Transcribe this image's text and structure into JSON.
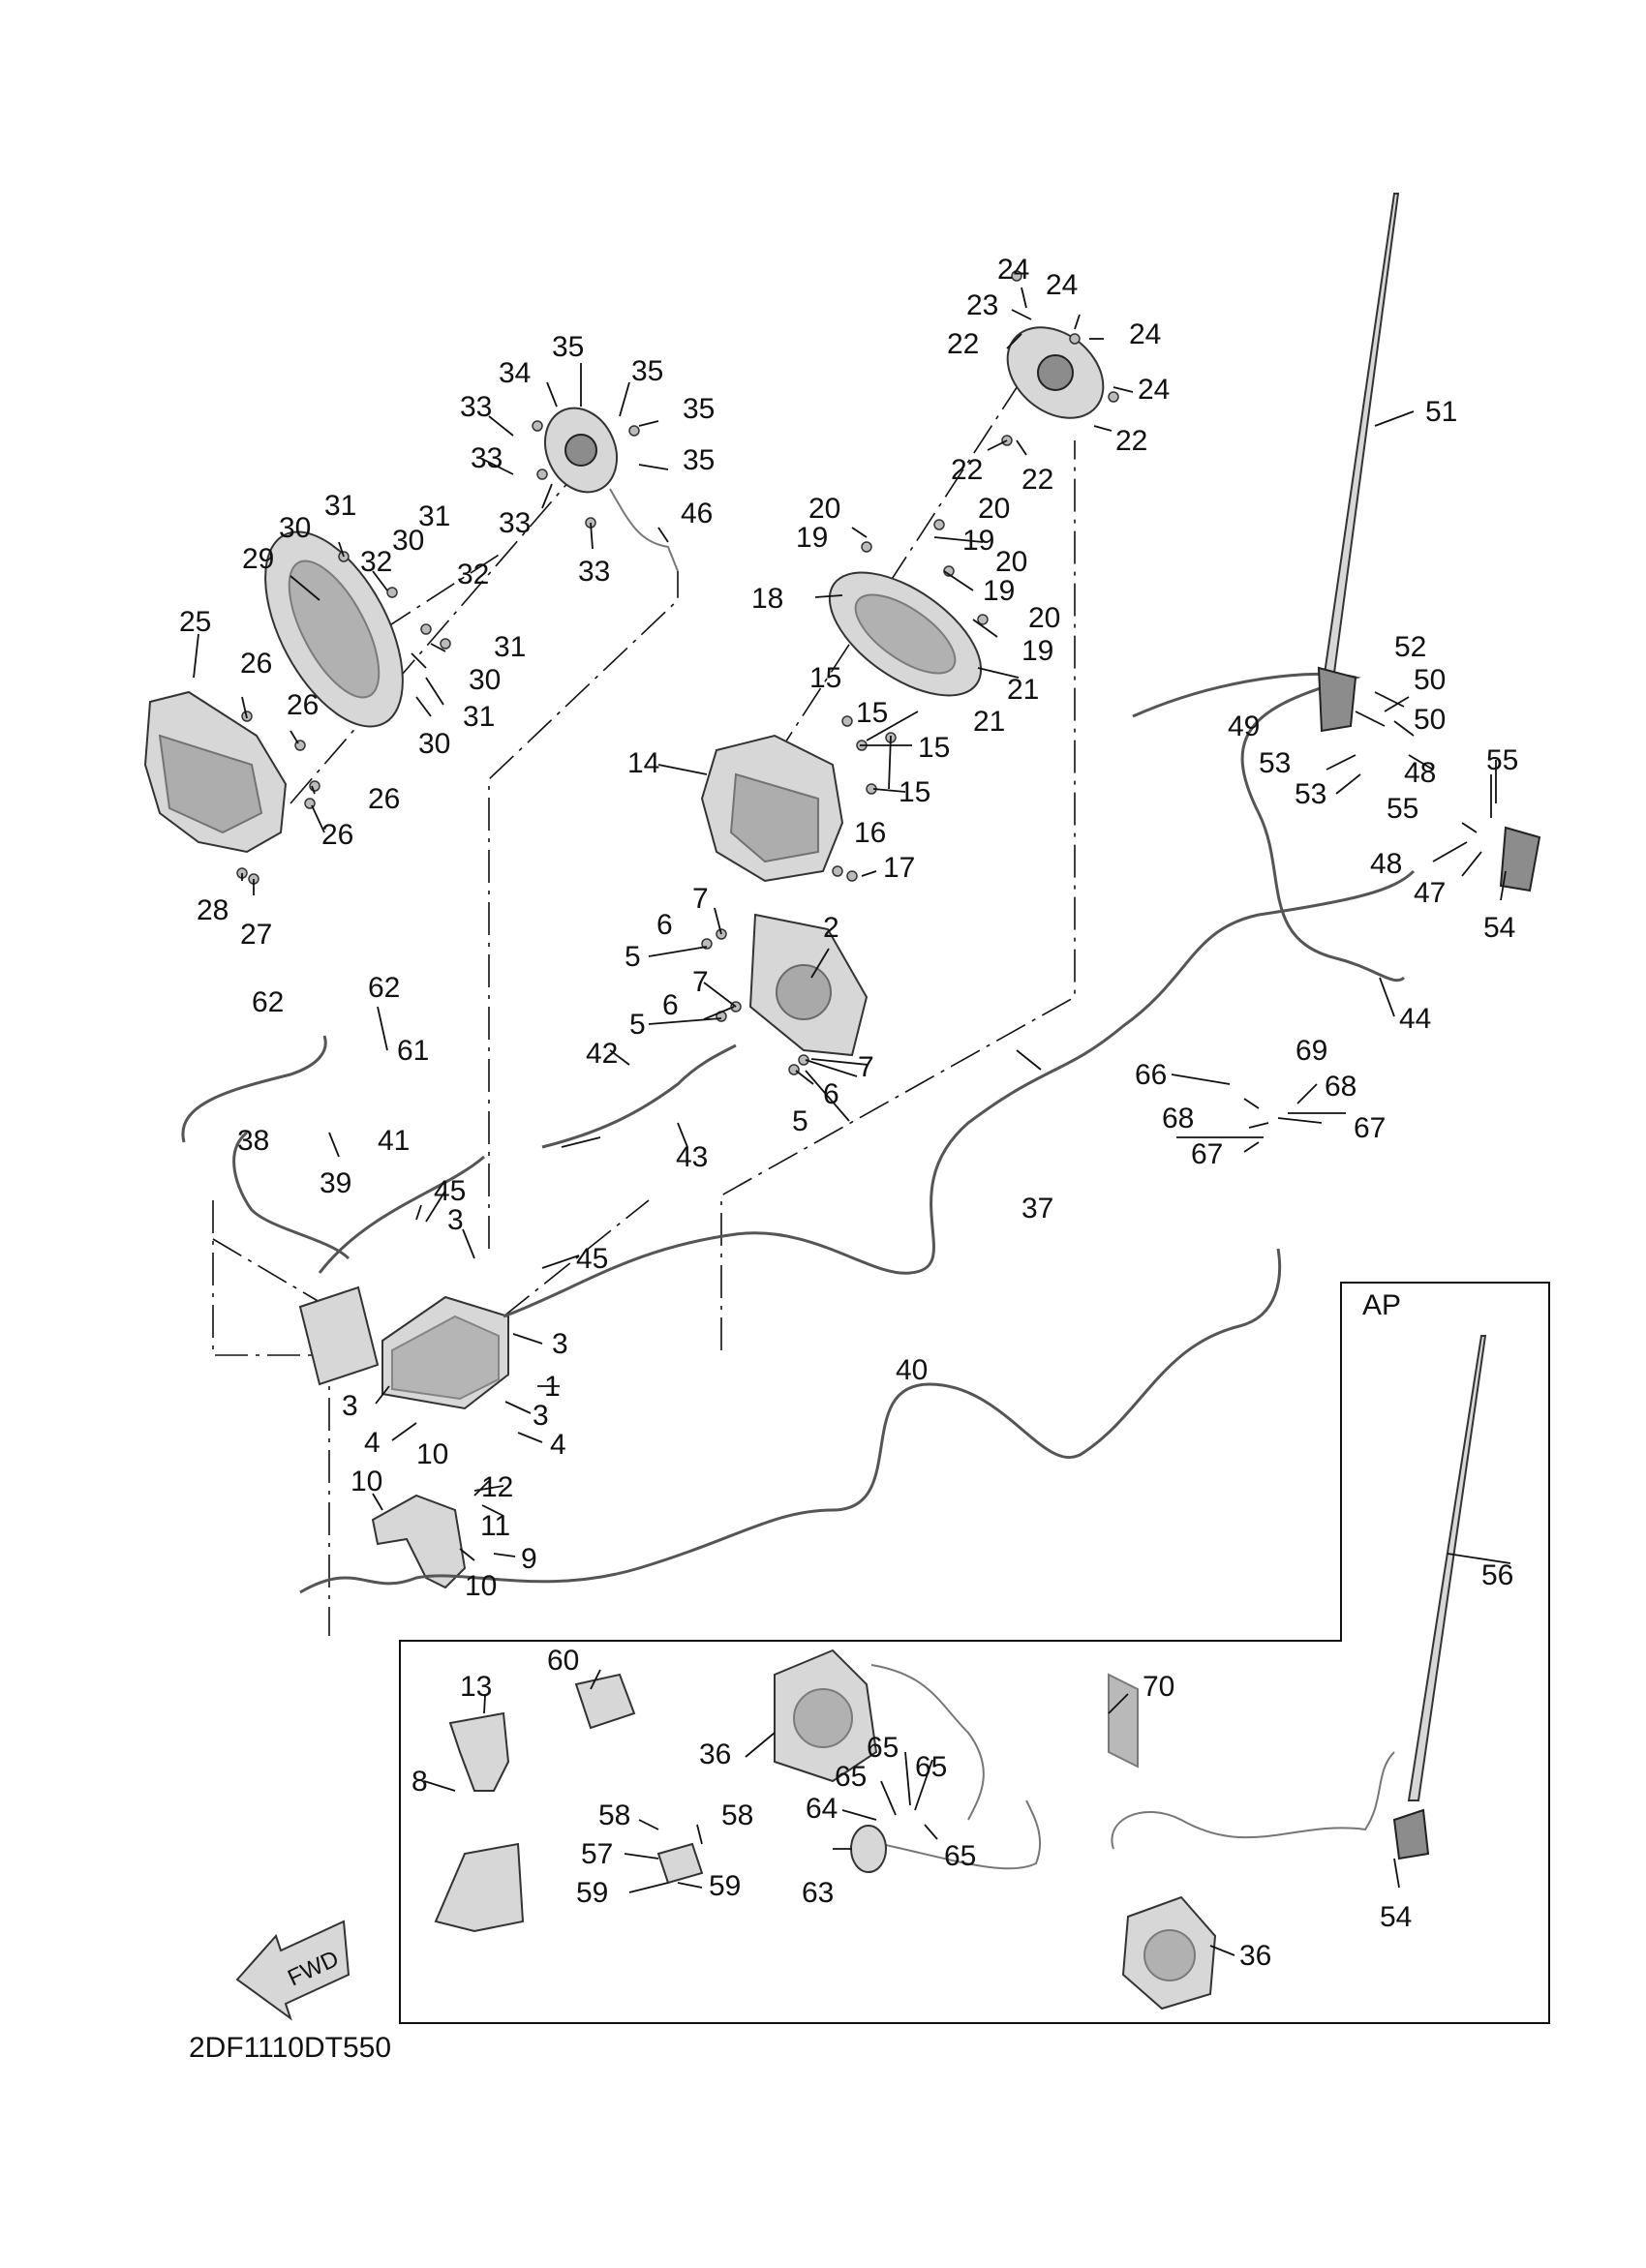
{
  "diagram": {
    "drawing_code": "2DF1110DT550",
    "ap_box_label": "AP",
    "fwd_label": "FWD",
    "callouts": [
      {
        "id": "c1",
        "text": "1"
      },
      {
        "id": "c2",
        "text": "2"
      },
      {
        "id": "c3a",
        "text": "3"
      },
      {
        "id": "c3b",
        "text": "3"
      },
      {
        "id": "c3c",
        "text": "3"
      },
      {
        "id": "c3d",
        "text": "3"
      },
      {
        "id": "c4a",
        "text": "4"
      },
      {
        "id": "c4b",
        "text": "4"
      },
      {
        "id": "c5a",
        "text": "5"
      },
      {
        "id": "c5b",
        "text": "5"
      },
      {
        "id": "c5c",
        "text": "5"
      },
      {
        "id": "c6a",
        "text": "6"
      },
      {
        "id": "c6b",
        "text": "6"
      },
      {
        "id": "c6c",
        "text": "6"
      },
      {
        "id": "c7a",
        "text": "7"
      },
      {
        "id": "c7b",
        "text": "7"
      },
      {
        "id": "c7c",
        "text": "7"
      },
      {
        "id": "c8",
        "text": "8"
      },
      {
        "id": "c9",
        "text": "9"
      },
      {
        "id": "c10a",
        "text": "10"
      },
      {
        "id": "c10b",
        "text": "10"
      },
      {
        "id": "c10c",
        "text": "10"
      },
      {
        "id": "c11",
        "text": "11"
      },
      {
        "id": "c12",
        "text": "12"
      },
      {
        "id": "c13",
        "text": "13"
      },
      {
        "id": "c14",
        "text": "14"
      },
      {
        "id": "c15a",
        "text": "15"
      },
      {
        "id": "c15b",
        "text": "15"
      },
      {
        "id": "c15c",
        "text": "15"
      },
      {
        "id": "c15d",
        "text": "15"
      },
      {
        "id": "c16",
        "text": "16"
      },
      {
        "id": "c17",
        "text": "17"
      },
      {
        "id": "c18",
        "text": "18"
      },
      {
        "id": "c19a",
        "text": "19"
      },
      {
        "id": "c19b",
        "text": "19"
      },
      {
        "id": "c19c",
        "text": "19"
      },
      {
        "id": "c19d",
        "text": "19"
      },
      {
        "id": "c20a",
        "text": "20"
      },
      {
        "id": "c20b",
        "text": "20"
      },
      {
        "id": "c20c",
        "text": "20"
      },
      {
        "id": "c20d",
        "text": "20"
      },
      {
        "id": "c21a",
        "text": "21"
      },
      {
        "id": "c21b",
        "text": "21"
      },
      {
        "id": "c22a",
        "text": "22"
      },
      {
        "id": "c22b",
        "text": "22"
      },
      {
        "id": "c22c",
        "text": "22"
      },
      {
        "id": "c22d",
        "text": "22"
      },
      {
        "id": "c23",
        "text": "23"
      },
      {
        "id": "c24a",
        "text": "24"
      },
      {
        "id": "c24b",
        "text": "24"
      },
      {
        "id": "c24c",
        "text": "24"
      },
      {
        "id": "c24d",
        "text": "24"
      },
      {
        "id": "c25",
        "text": "25"
      },
      {
        "id": "c26a",
        "text": "26"
      },
      {
        "id": "c26b",
        "text": "26"
      },
      {
        "id": "c26c",
        "text": "26"
      },
      {
        "id": "c26d",
        "text": "26"
      },
      {
        "id": "c27",
        "text": "27"
      },
      {
        "id": "c28",
        "text": "28"
      },
      {
        "id": "c29",
        "text": "29"
      },
      {
        "id": "c30a",
        "text": "30"
      },
      {
        "id": "c30b",
        "text": "30"
      },
      {
        "id": "c30c",
        "text": "30"
      },
      {
        "id": "c30d",
        "text": "30"
      },
      {
        "id": "c31a",
        "text": "31"
      },
      {
        "id": "c31b",
        "text": "31"
      },
      {
        "id": "c31c",
        "text": "31"
      },
      {
        "id": "c31d",
        "text": "31"
      },
      {
        "id": "c32a",
        "text": "32"
      },
      {
        "id": "c32b",
        "text": "32"
      },
      {
        "id": "c33a",
        "text": "33"
      },
      {
        "id": "c33b",
        "text": "33"
      },
      {
        "id": "c33c",
        "text": "33"
      },
      {
        "id": "c33d",
        "text": "33"
      },
      {
        "id": "c34",
        "text": "34"
      },
      {
        "id": "c35a",
        "text": "35"
      },
      {
        "id": "c35b",
        "text": "35"
      },
      {
        "id": "c35c",
        "text": "35"
      },
      {
        "id": "c35d",
        "text": "35"
      },
      {
        "id": "c36a",
        "text": "36"
      },
      {
        "id": "c36b",
        "text": "36"
      },
      {
        "id": "c37",
        "text": "37"
      },
      {
        "id": "c38",
        "text": "38"
      },
      {
        "id": "c39",
        "text": "39"
      },
      {
        "id": "c40",
        "text": "40"
      },
      {
        "id": "c41",
        "text": "41"
      },
      {
        "id": "c42",
        "text": "42"
      },
      {
        "id": "c43",
        "text": "43"
      },
      {
        "id": "c44",
        "text": "44"
      },
      {
        "id": "c45a",
        "text": "45"
      },
      {
        "id": "c45b",
        "text": "45"
      },
      {
        "id": "c46",
        "text": "46"
      },
      {
        "id": "c47",
        "text": "47"
      },
      {
        "id": "c48a",
        "text": "48"
      },
      {
        "id": "c48b",
        "text": "48"
      },
      {
        "id": "c49",
        "text": "49"
      },
      {
        "id": "c50a",
        "text": "50"
      },
      {
        "id": "c50b",
        "text": "50"
      },
      {
        "id": "c51",
        "text": "51"
      },
      {
        "id": "c52",
        "text": "52"
      },
      {
        "id": "c53a",
        "text": "53"
      },
      {
        "id": "c53b",
        "text": "53"
      },
      {
        "id": "c54a",
        "text": "54"
      },
      {
        "id": "c54b",
        "text": "54"
      },
      {
        "id": "c55a",
        "text": "55"
      },
      {
        "id": "c55b",
        "text": "55"
      },
      {
        "id": "c56",
        "text": "56"
      },
      {
        "id": "c57",
        "text": "57"
      },
      {
        "id": "c58a",
        "text": "58"
      },
      {
        "id": "c58b",
        "text": "58"
      },
      {
        "id": "c59a",
        "text": "59"
      },
      {
        "id": "c59b",
        "text": "59"
      },
      {
        "id": "c60",
        "text": "60"
      },
      {
        "id": "c61",
        "text": "61"
      },
      {
        "id": "c62a",
        "text": "62"
      },
      {
        "id": "c62b",
        "text": "62"
      },
      {
        "id": "c63",
        "text": "63"
      },
      {
        "id": "c64",
        "text": "64"
      },
      {
        "id": "c65a",
        "text": "65"
      },
      {
        "id": "c65b",
        "text": "65"
      },
      {
        "id": "c65c",
        "text": "65"
      },
      {
        "id": "c65d",
        "text": "65"
      },
      {
        "id": "c66",
        "text": "66"
      },
      {
        "id": "c67a",
        "text": "67"
      },
      {
        "id": "c67b",
        "text": "67"
      },
      {
        "id": "c68a",
        "text": "68"
      },
      {
        "id": "c68b",
        "text": "68"
      },
      {
        "id": "c69",
        "text": "69"
      },
      {
        "id": "c70",
        "text": "70"
      }
    ]
  }
}
